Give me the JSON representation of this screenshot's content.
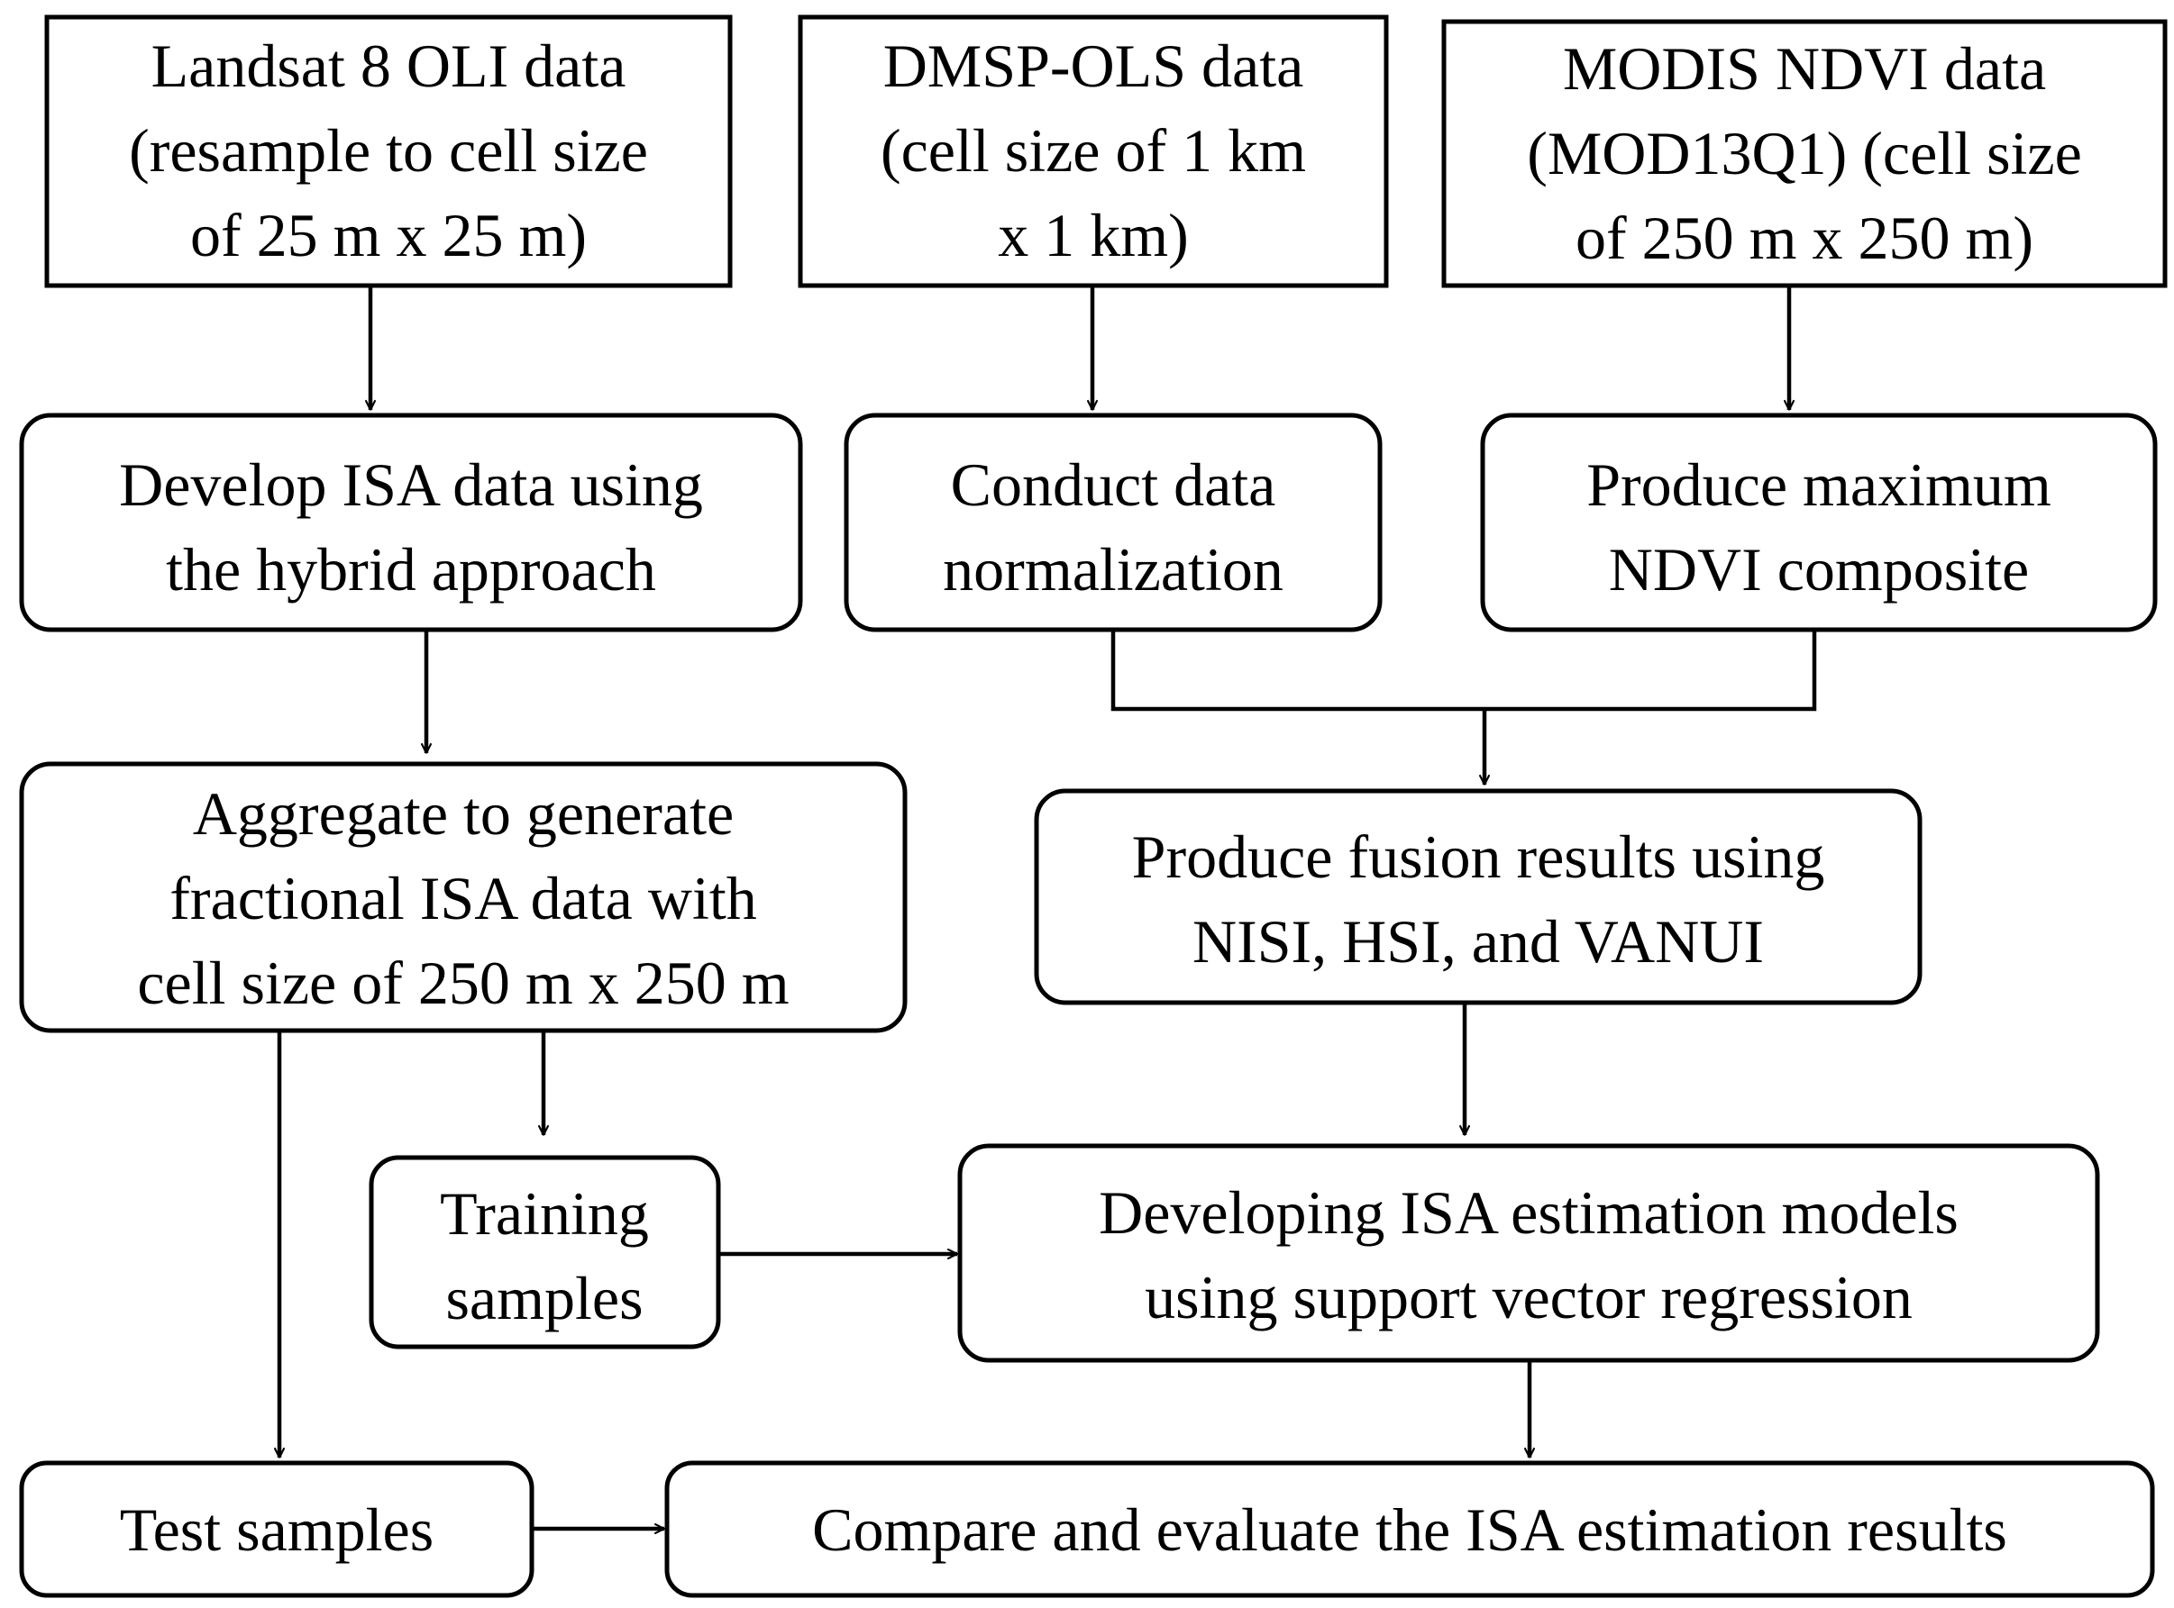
{
  "nodes": {
    "landsat": {
      "line1": "Landsat 8 OLI data",
      "line2": "(resample to cell size",
      "line3": "of  25 m x 25 m)"
    },
    "dmsp": {
      "line1": "DMSP-OLS data",
      "line2": "(cell size of 1 km",
      "line3": "x 1 km)"
    },
    "modis": {
      "line1": "MODIS NDVI data",
      "line2": "(MOD13Q1) (cell size",
      "line3": "of 250 m x 250 m)"
    },
    "develop_isa": {
      "line1": "Develop ISA data using",
      "line2": "the hybrid approach"
    },
    "normalization": {
      "line1": "Conduct data",
      "line2": "normalization"
    },
    "max_ndvi": {
      "line1": "Produce maximum",
      "line2": "NDVI composite"
    },
    "aggregate": {
      "line1": "Aggregate to generate",
      "line2": "fractional ISA data with",
      "line3": "cell size of 250 m x 250 m"
    },
    "fusion": {
      "line1": "Produce fusion results using",
      "line2": "NISI, HSI, and VANUI"
    },
    "training": {
      "line1": "Training",
      "line2": "samples"
    },
    "models": {
      "line1": "Developing ISA estimation models",
      "line2": "using support vector regression"
    },
    "test": {
      "line1": "Test samples"
    },
    "compare": {
      "line1": "Compare and evaluate the ISA estimation results"
    }
  }
}
